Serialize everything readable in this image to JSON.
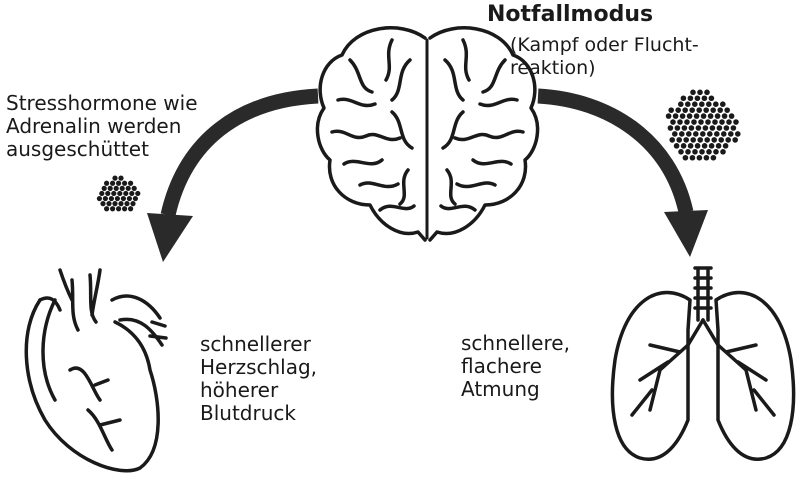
{
  "title": "Notfallmodus",
  "subtitle": "(Kampf oder Flucht-\nreaktion)",
  "hormones_text": "Stresshormone wie\nAdrenalin werden\nausgeschüttet",
  "heart_text": "schnellerer\nHerzschlag,\nhöherer\nBlutdruck",
  "lungs_text": "schnellere,\nflachere\nAtmung",
  "icons": [
    "brain-icon",
    "heart-icon",
    "lungs-icon",
    "hormone-dots-icon"
  ],
  "colors": {
    "ink": "#1a1a1a",
    "background": "#ffffff",
    "arrow": "#2a2a2a"
  }
}
